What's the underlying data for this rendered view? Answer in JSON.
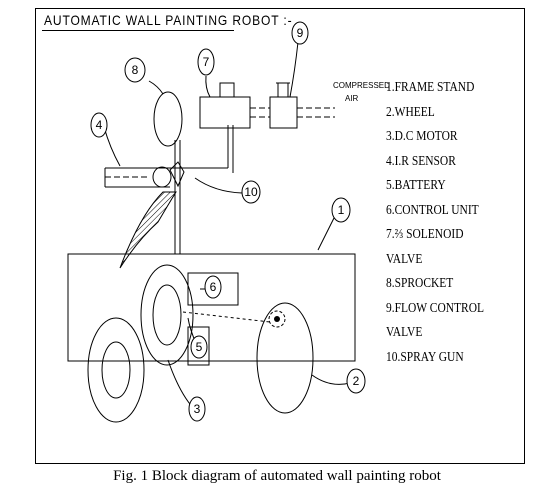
{
  "title": "AUTOMATIC WALL PAINTING ROBOT :-",
  "legend": [
    "1.FRAME STAND",
    "2.WHEEL",
    "3.D.C MOTOR",
    "4.I.R SENSOR",
    "5.BATTERY",
    "6.CONTROL UNIT",
    "7.⅔ SOLENOID",
    "VALVE",
    "8.SPROCKET",
    "9.FLOW CONTROL",
    "VALVE",
    "10.SPRAY GUN"
  ],
  "callouts": {
    "c1": "1",
    "c2": "2",
    "c3": "3",
    "c4": "4",
    "c5": "5",
    "c6": "6",
    "c7": "7",
    "c8": "8",
    "c9": "9",
    "c10": "10"
  },
  "air_label_line1": "COMPRESSED",
  "air_label_line2": "AIR",
  "caption": "Fig. 1 Block diagram of automated wall painting robot"
}
